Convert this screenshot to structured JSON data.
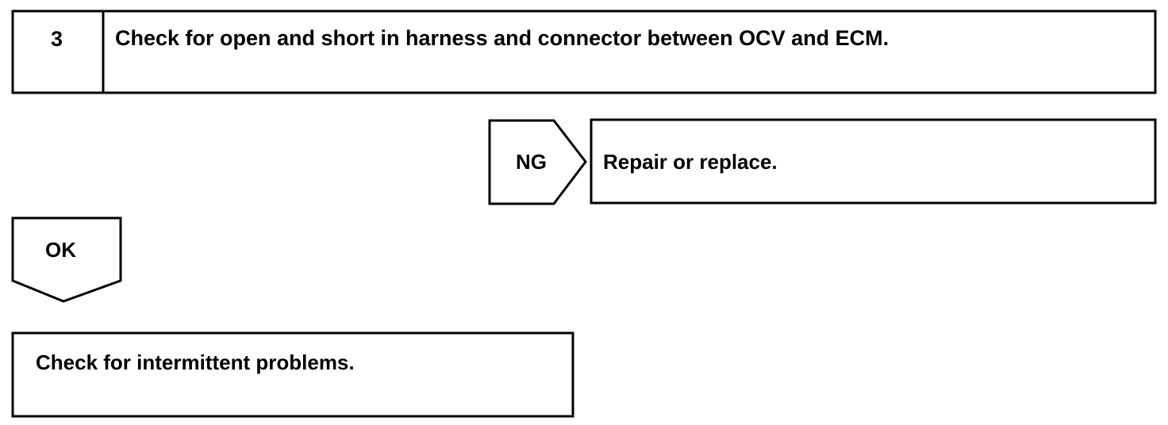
{
  "step": {
    "number": "3",
    "title": "Check for open and short in harness and connector between OCV and ECM."
  },
  "ng_branch": {
    "label": "NG",
    "action": "Repair or replace."
  },
  "ok_branch": {
    "label": "OK",
    "action": "Check for intermittent problems."
  }
}
